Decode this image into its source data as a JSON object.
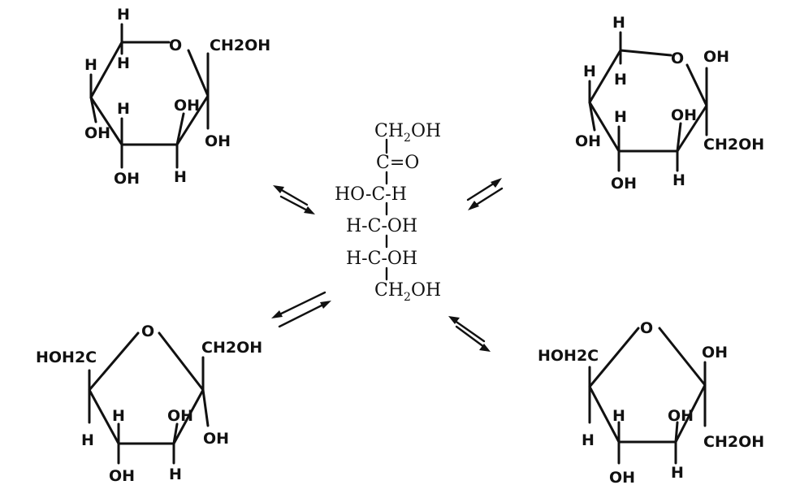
{
  "open_chain": {
    "rows": [
      {
        "text": "CH",
        "sub": "2",
        "tail": "OH"
      },
      {
        "text": "C=O",
        "sub": "",
        "tail": ""
      },
      {
        "text": "HO-C-H",
        "sub": "",
        "tail": ""
      },
      {
        "text": "H-C-OH",
        "sub": "",
        "tail": ""
      },
      {
        "text": "H-C-OH",
        "sub": "",
        "tail": ""
      },
      {
        "text": "CH",
        "sub": "2",
        "tail": "OH"
      }
    ]
  },
  "pyranose_alpha": {
    "ring_o": "O",
    "c1_top": "H",
    "c1_h": "H",
    "ch2oh": "CH2OH",
    "c5_h": "H",
    "c4_oh": "OH",
    "c4_h": "H",
    "c3_oh": "OH",
    "c3_h": "H",
    "c2_oh": "OH",
    "c2_ring_oh": "OH"
  },
  "pyranose_beta": {
    "ring_o": "O",
    "c1_top": "H",
    "c1_h": "H",
    "oh_top": "OH",
    "c5_h": "H",
    "c4_oh": "OH",
    "c4_h": "H",
    "c3_oh": "OH",
    "c3_h": "H",
    "c2_oh": "OH",
    "ch2oh": "CH2OH"
  },
  "furanose_alpha": {
    "ring_o": "O",
    "hoh2c": "HOH2C",
    "ch2oh": "CH2OH",
    "c5_h": "H",
    "c4_h": "H",
    "c4_oh": "OH",
    "c3_oh": "OH",
    "c3_h": "H",
    "c2_oh": "OH"
  },
  "furanose_beta": {
    "ring_o": "O",
    "hoh2c": "HOH2C",
    "oh_top": "OH",
    "c5_h": "H",
    "c4_h": "H",
    "c4_oh": "OH",
    "c3_oh": "OH",
    "c3_h": "H",
    "ch2oh": "CH2OH"
  }
}
